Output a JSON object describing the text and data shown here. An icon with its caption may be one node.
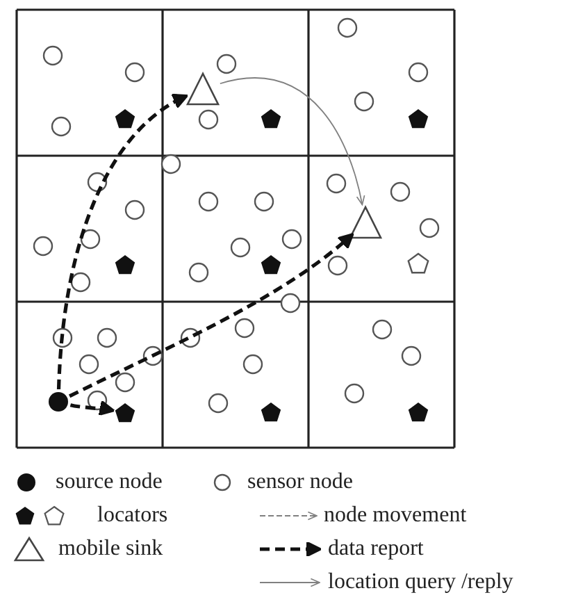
{
  "diagram": {
    "nodes": [
      {
        "text": [],
        "shape": "circle"
      },
      {
        "text": [],
        "shape": "triangle"
      },
      {
        "text": [],
        "shape": "triangle"
      },
      {
        "text": [],
        "shape": "pentagon"
      }
    ],
    "edges": [
      {
        "from": 0,
        "to": 1,
        "arrow": "to",
        "style": "dashed"
      },
      {
        "from": 0,
        "to": 2,
        "arrow": "to",
        "style": "dashed"
      },
      {
        "from": 0,
        "to": 3,
        "arrow": "to",
        "style": "dashed"
      },
      {
        "from": 1,
        "to": 2,
        "arrow": "to",
        "color": "#808080"
      }
    ],
    "legend": [
      {
        "text": "source node"
      },
      {
        "text": "sensor node"
      },
      {
        "text": "locators"
      },
      {
        "text": "node movement"
      },
      {
        "text": "mobile sink"
      },
      {
        "text": "data report"
      },
      {
        "text": "location query /reply"
      }
    ]
  }
}
